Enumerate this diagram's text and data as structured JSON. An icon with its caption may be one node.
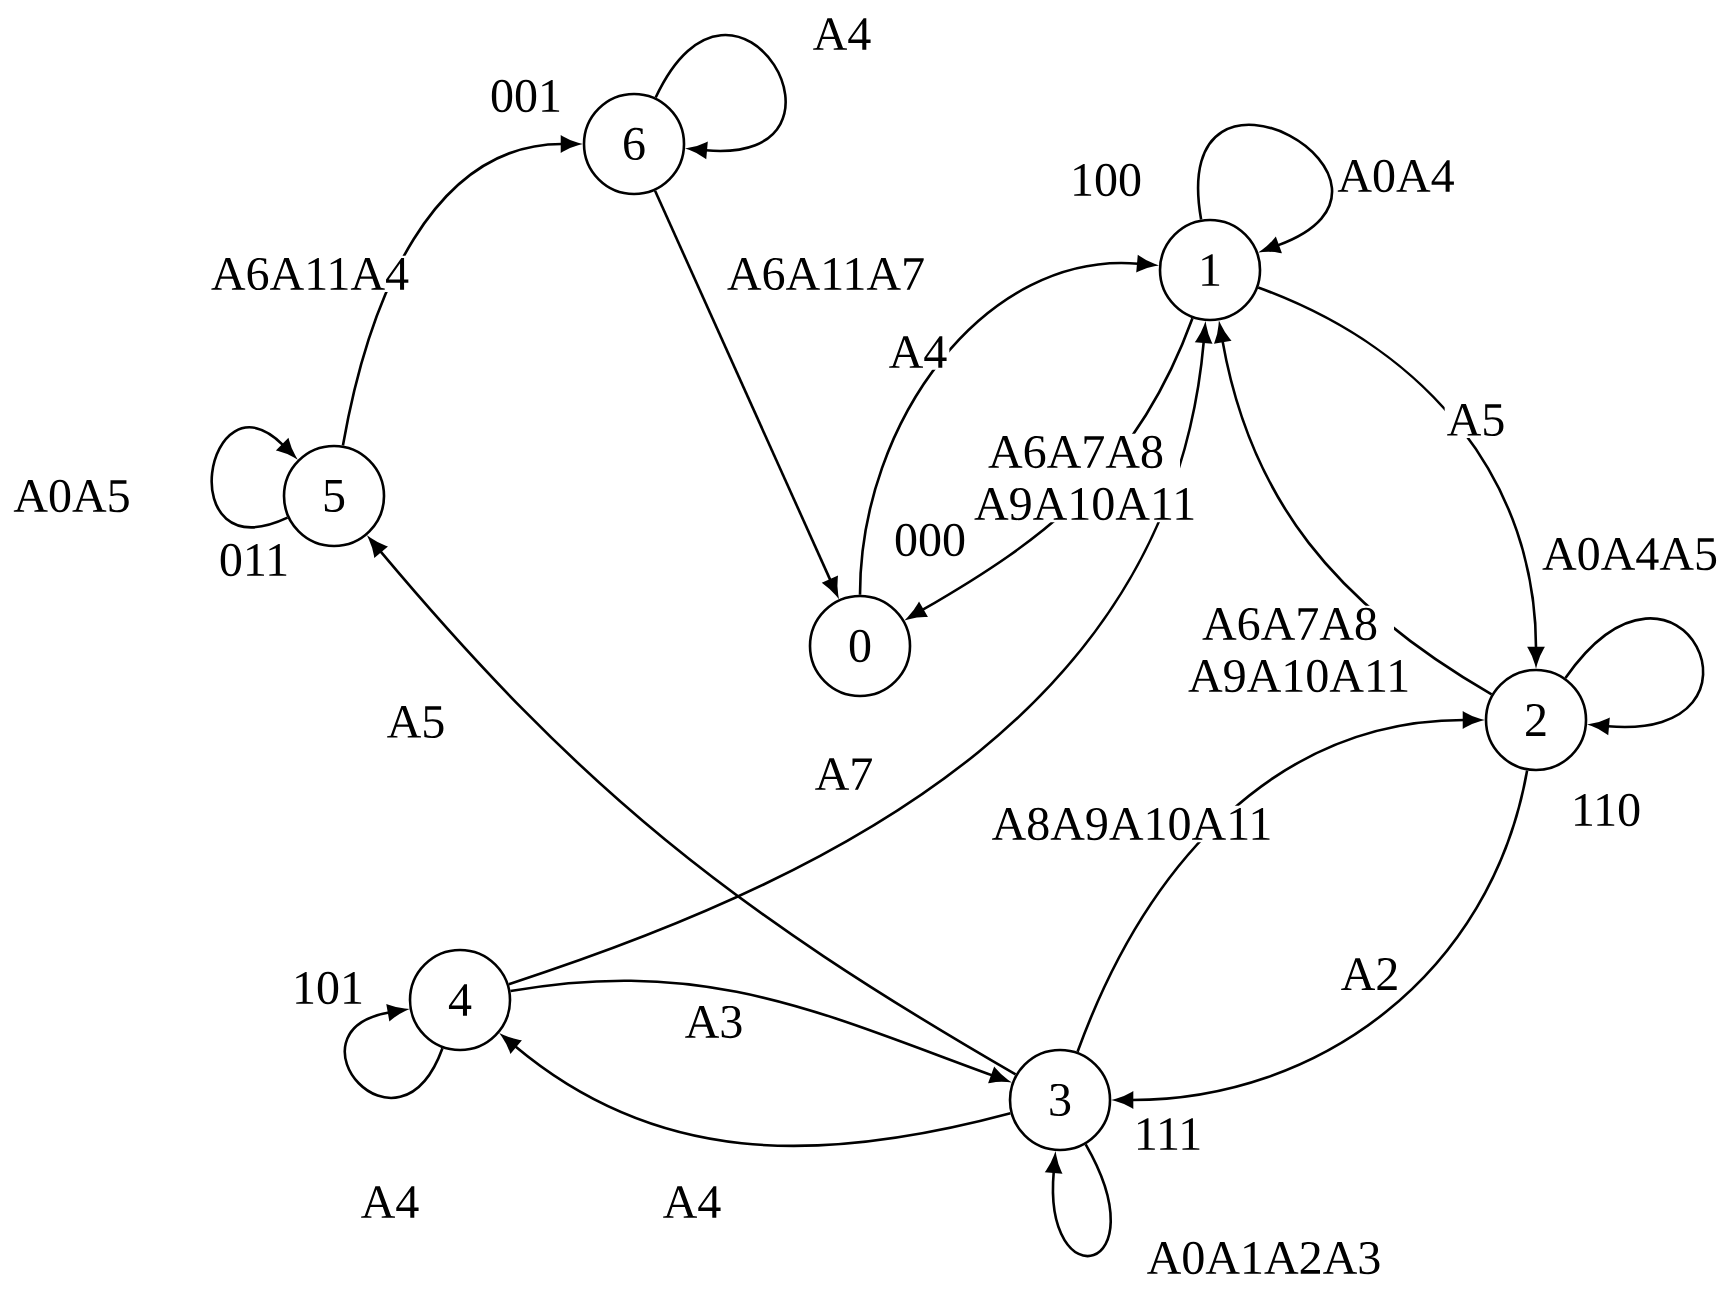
{
  "diagram": {
    "nodes": [
      {
        "text": [
          "6"
        ],
        "beside": [
          "001"
        ]
      },
      {
        "text": [
          "1"
        ],
        "beside": [
          "100"
        ]
      },
      {
        "text": [
          "5"
        ],
        "beside": [
          "011"
        ]
      },
      {
        "text": [
          "0"
        ],
        "beside": [
          "000"
        ]
      },
      {
        "text": [
          "2"
        ],
        "beside": [
          "110"
        ]
      },
      {
        "text": [
          "4"
        ],
        "beside": [
          "101"
        ]
      },
      {
        "text": [
          "3"
        ],
        "beside": [
          "111"
        ]
      }
    ],
    "edges": [
      {
        "from": 0,
        "to": 0,
        "arrow": "to",
        "label": "A4"
      },
      {
        "from": 2,
        "to": 0,
        "arrow": "to",
        "label": "A6A11A4"
      },
      {
        "from": 0,
        "to": 3,
        "arrow": "to",
        "label": "A6A11A7"
      },
      {
        "from": 2,
        "to": 2,
        "arrow": "to",
        "label": "A0A5"
      },
      {
        "from": 1,
        "to": 1,
        "arrow": "to",
        "label": "A0A4"
      },
      {
        "from": 3,
        "to": 1,
        "arrow": "to",
        "label": "A4"
      },
      {
        "from": 1,
        "to": 3,
        "arrow": "to",
        "label": "A6A7A8 A9A10A11"
      },
      {
        "from": 1,
        "to": 4,
        "arrow": "to",
        "label": "A5"
      },
      {
        "from": 4,
        "to": 1,
        "arrow": "to",
        "label": "A6A7A8 A9A10A11"
      },
      {
        "from": 4,
        "to": 4,
        "arrow": "to",
        "label": "A0A4A5"
      },
      {
        "from": 5,
        "to": 1,
        "arrow": "to",
        "label": "A7"
      },
      {
        "from": 6,
        "to": 2,
        "arrow": "to",
        "label": "A5"
      },
      {
        "from": 6,
        "to": 4,
        "arrow": "to",
        "label": "A8A9A10A11"
      },
      {
        "from": 4,
        "to": 6,
        "arrow": "to",
        "label": "A2"
      },
      {
        "from": 5,
        "to": 6,
        "arrow": "to",
        "label": "A3"
      },
      {
        "from": 6,
        "to": 5,
        "arrow": "to",
        "label": "A4"
      },
      {
        "from": 5,
        "to": 5,
        "arrow": "to",
        "label": "A4"
      },
      {
        "from": 6,
        "to": 6,
        "arrow": "to",
        "label": "A0A1A2A3"
      }
    ]
  }
}
